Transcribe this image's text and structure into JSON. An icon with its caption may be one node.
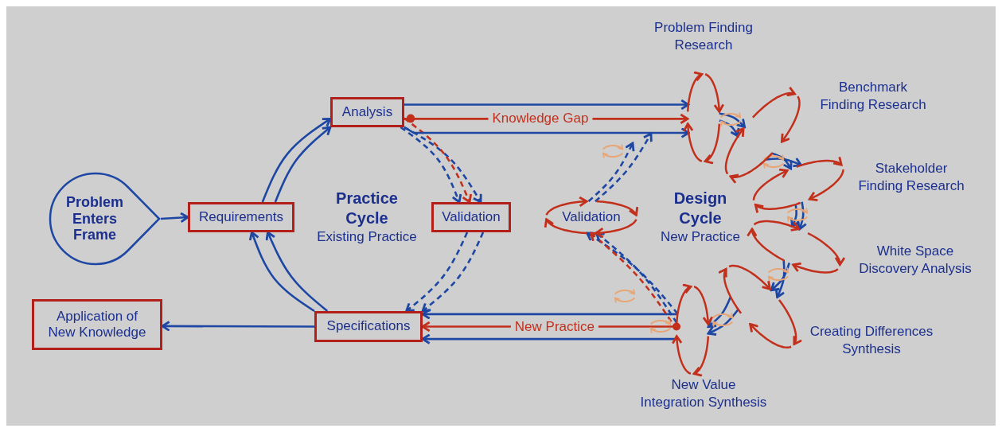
{
  "diagram": {
    "nodes": [
      {
        "text": [
          "Problem Enters Frame"
        ]
      },
      {
        "text": [
          "Requirements"
        ]
      },
      {
        "text": [
          "Analysis"
        ]
      },
      {
        "text": [
          "Validation"
        ]
      },
      {
        "text": [
          "Specifications"
        ]
      },
      {
        "text": [
          "Application of New Knowledge"
        ]
      },
      {
        "text": [
          "Validation"
        ]
      },
      {
        "text": [],
        "shape": "ellipse",
        "beside": [
          "Problem Finding Research"
        ]
      },
      {
        "text": [],
        "shape": "ellipse",
        "beside": [
          "Benchmark Finding Research"
        ]
      },
      {
        "text": [],
        "shape": "ellipse",
        "beside": [
          "Stakeholder Finding Research"
        ]
      },
      {
        "text": [],
        "shape": "ellipse",
        "beside": [
          "White Space Discovery Analysis"
        ]
      },
      {
        "text": [],
        "shape": "ellipse",
        "beside": [
          "Creating Differences Synthesis"
        ]
      },
      {
        "text": [],
        "shape": "ellipse",
        "beside": [
          "New Value Integration Synthesis"
        ]
      }
    ],
    "edges": [
      {
        "from": 0,
        "to": 1,
        "arrow": "to"
      },
      {
        "from": 1,
        "to": 2,
        "arrow": "to"
      },
      {
        "from": 1,
        "to": 2,
        "arrow": "to"
      },
      {
        "from": 2,
        "to": 3,
        "arrow": "to",
        "style": "dashed"
      },
      {
        "from": 2,
        "to": 3,
        "arrow": "to",
        "style": "dashed"
      },
      {
        "from": 2,
        "to": 3,
        "arrow": "to",
        "style": "dashed",
        "color": "#c2301c"
      },
      {
        "from": 3,
        "to": 4,
        "arrow": "to",
        "style": "dashed"
      },
      {
        "from": 3,
        "to": 4,
        "arrow": "to",
        "style": "dashed"
      },
      {
        "from": 4,
        "to": 1,
        "arrow": "to"
      },
      {
        "from": 4,
        "to": 1,
        "arrow": "to"
      },
      {
        "from": 4,
        "to": 5,
        "arrow": "to"
      },
      {
        "from": 2,
        "to": 7,
        "arrow": "to"
      },
      {
        "from": 2,
        "to": 7,
        "arrow": "to",
        "label": "Knowledge Gap",
        "color": "#c2301c"
      },
      {
        "from": 2,
        "to": 7,
        "arrow": "to"
      },
      {
        "from": 7,
        "to": 8,
        "arrow": "to"
      },
      {
        "from": 7,
        "to": 8,
        "arrow": "to"
      },
      {
        "from": 8,
        "to": 9,
        "arrow": "to"
      },
      {
        "from": 8,
        "to": 9,
        "arrow": "to"
      },
      {
        "from": 9,
        "to": 10,
        "arrow": "to"
      },
      {
        "from": 9,
        "to": 10,
        "arrow": "to"
      },
      {
        "from": 10,
        "to": 11,
        "arrow": "to"
      },
      {
        "from": 10,
        "to": 11,
        "arrow": "to"
      },
      {
        "from": 11,
        "to": 12,
        "arrow": "to"
      },
      {
        "from": 11,
        "to": 12,
        "arrow": "to"
      },
      {
        "from": 12,
        "to": 4,
        "arrow": "to"
      },
      {
        "from": 12,
        "to": 4,
        "arrow": "to",
        "label": "New Practice",
        "color": "#c2301c"
      },
      {
        "from": 12,
        "to": 4,
        "arrow": "to"
      },
      {
        "from": 12,
        "to": 6,
        "arrow": "to",
        "style": "dashed"
      },
      {
        "from": 12,
        "to": 6,
        "arrow": "to",
        "style": "dashed",
        "color": "#c2301c"
      },
      {
        "from": 12,
        "to": 6,
        "arrow": "to",
        "style": "dashed"
      },
      {
        "from": 6,
        "to": null,
        "arrow": "to",
        "style": "dashed"
      },
      {
        "from": 6,
        "to": null,
        "arrow": "to",
        "style": "dashed"
      }
    ],
    "labels": [
      "Practice Cycle",
      "Existing Practice",
      "Design Cycle",
      "New Practice"
    ]
  }
}
